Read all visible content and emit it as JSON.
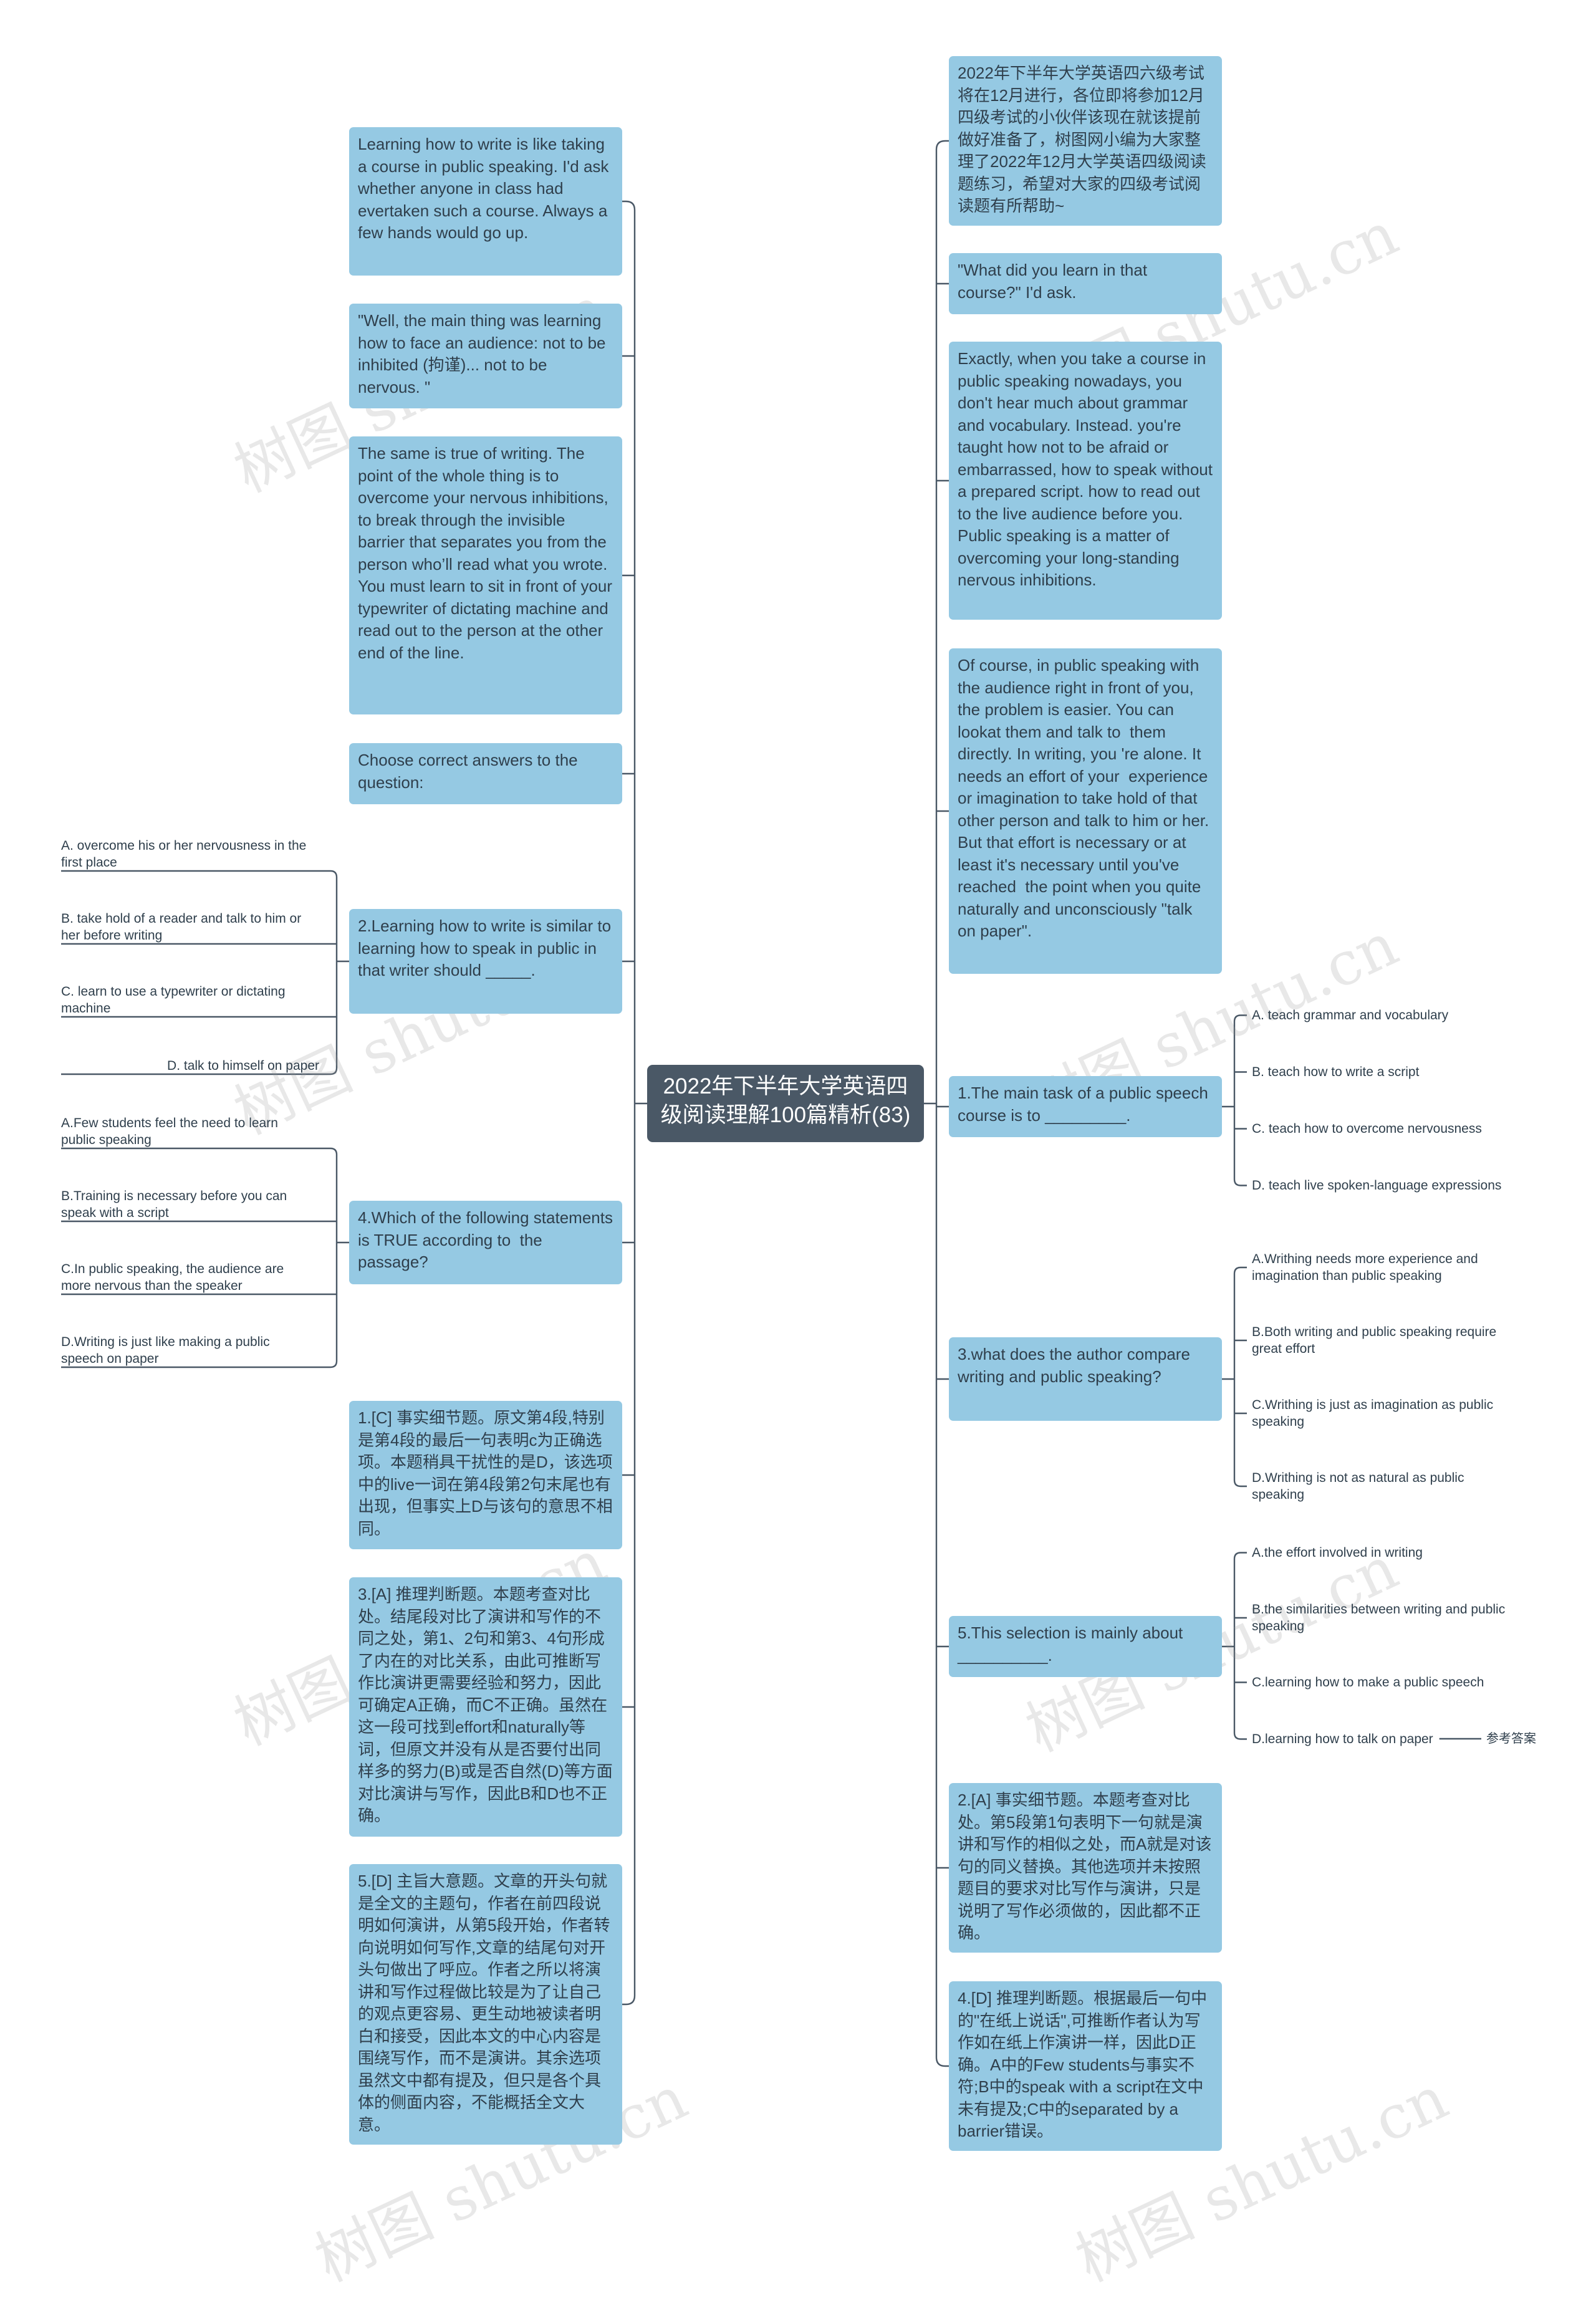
{
  "root": {
    "title": "2022年下半年大学英语四级阅读理解100篇精析(83)"
  },
  "left_nodes": [
    {
      "id": "l1",
      "text": "Learning how to write is like taking a course in public speaking. I'd ask whether anyone in class had evertaken such a course. Always a few hands would go up."
    },
    {
      "id": "l2",
      "text": "\"Well, the main thing was learning how to face an audience: not to be inhibited (拘谨)... not to be nervous. \""
    },
    {
      "id": "l3",
      "text": "The same is true of writing. The point of the whole thing is to overcome your nervous inhibitions, to break through the invisible barrier that separates you from the person who’ll read what you wrote. You must learn to sit in front of your typewriter of dictating machine and read out to the person at the other end of the line."
    },
    {
      "id": "l4",
      "text": "Choose correct answers to the question:"
    },
    {
      "id": "l5",
      "text": "2.Learning how to write is similar to learning how to speak in public in that writer should _____.",
      "options": [
        "A. overcome his or her nervousness in the first place",
        "B. take hold of a reader and talk to him or her before writing",
        "C. learn to use a typewriter or dictating machine",
        "D. talk to himself on paper"
      ]
    },
    {
      "id": "l6",
      "text": "4.Which of the following statements is TRUE according to  the passage?",
      "options": [
        "A.Few students feel the need to learn public speaking",
        "B.Training is necessary before you can speak with a script",
        "C.In public speaking, the audience are more nervous than the speaker",
        "D.Writing is just like making a public speech on paper"
      ]
    },
    {
      "id": "l7",
      "text": "1.[C] 事实细节题。原文第4段,特别是第4段的最后一句表明c为正确选项。本题稍具干扰性的是D，该选项中的live一词在第4段第2句末尾也有出现，但事实上D与该句的意思不相同。"
    },
    {
      "id": "l8",
      "text": "3.[A] 推理判断题。本题考查对比处。结尾段对比了演讲和写作的不同之处，第1、2句和第3、4句形成了内在的对比关系，由此可推断写作比演讲更需要经验和努力，因此可确定A正确，而C不正确。虽然在这一段可找到effort和naturally等词，但原文并没有从是否要付出同样多的努力(B)或是否自然(D)等方面对比演讲与写作，因此B和D也不正确。"
    },
    {
      "id": "l9",
      "text": "5.[D] 主旨大意题。文章的开头句就是全文的主题句，作者在前四段说明如何演讲，从第5段开始，作者转向说明如何写作,文章的结尾句对开头句做出了呼应。作者之所以将演讲和写作过程做比较是为了让自己的观点更容易、更生动地被读者明白和接受，因此本文的中心内容是围绕写作，而不是演讲。其余选项虽然文中都有提及，但只是各个具体的侧面内容，不能概括全文大意。"
    }
  ],
  "right_nodes": [
    {
      "id": "r1",
      "text": "2022年下半年大学英语四六级考试将在12月进行，各位即将参加12月四级考试的小伙伴该现在就该提前做好准备了，树图网小编为大家整理了2022年12月大学英语四级阅读题练习，希望对大家的四级考试阅读题有所帮助~"
    },
    {
      "id": "r2",
      "text": "\"What did you learn in that course?\" I'd ask."
    },
    {
      "id": "r3",
      "text": "Exactly, when you take a course in public speaking nowadays, you don't hear much about grammar and vocabulary. Instead. you're taught how not to be afraid or embarrassed, how to speak without a prepared script. how to read out  to the live audience before you.  Public speaking is a matter of overcoming your long-standing nervous inhibitions."
    },
    {
      "id": "r4",
      "text": "Of course, in public speaking with the audience right in front of you, the problem is easier. You can lookat them and talk to  them directly. In writing, you 're alone. It needs an effort of your  experience or imagination to take hold of that other person and talk to him or her. But that effort is necessary or at least it's necessary until you've reached  the point when you quite naturally and unconsciously \"talk on paper\"."
    },
    {
      "id": "r5",
      "text": "1.The main task of a public speech course is to _________.",
      "options": [
        "A. teach grammar and vocabulary",
        "B. teach how to write a script",
        "C. teach how to overcome nervousness",
        "D. teach live spoken-language expressions"
      ]
    },
    {
      "id": "r6",
      "text": "3.what does the author compare writing and public speaking?",
      "options": [
        "A.Writhing needs more experience and imagination than public speaking",
        "B.Both writing and public speaking require great effort",
        "C.Writhing is just as imagination as public  speaking",
        "D.Writhing is not as natural as public speaking"
      ]
    },
    {
      "id": "r7",
      "text": "5.This selection is mainly about __________.",
      "options": [
        "A.the effort involved in writing",
        "B.the similarities between writing and public speaking",
        "C.learning how to make a public speech",
        "D.learning how to talk on paper"
      ],
      "answer_tag": "参考答案"
    },
    {
      "id": "r8",
      "text": "2.[A] 事实细节题。本题考查对比处。第5段第1句表明下一句就是演讲和写作的相似之处，而A就是对该句的同义替换。其他选项并未按照题目的要求对比写作与演讲，只是说明了写作必须做的，因此都不正确。"
    },
    {
      "id": "r9",
      "text": "4.[D] 推理判断题。根据最后一句中的\"在纸上说话\",可推断作者认为写作如在纸上作演讲一样，因此D正确。A中的Few students与事实不符;B中的speak with a script在文中未有提及;C中的separated by a barrier错误。"
    }
  ],
  "watermark": {
    "text": "树图 shutu.cn"
  },
  "colors": {
    "node": "#95c9e3",
    "root": "#4a5866",
    "line": "#4a5866"
  }
}
